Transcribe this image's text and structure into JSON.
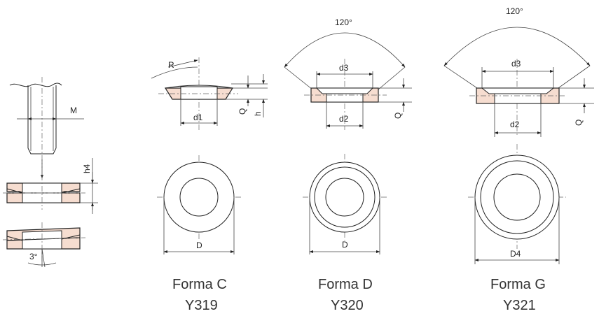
{
  "labels": {
    "bolt": {
      "M": "M",
      "h4": "h4",
      "angle": "3°"
    },
    "formC": {
      "R": "R",
      "Q": "Q",
      "h": "h",
      "d1": "d1",
      "D": "D",
      "caption": "Forma C",
      "code": "Y319"
    },
    "formD": {
      "angle": "120°",
      "d3": "d3",
      "d2": "d2",
      "Q": "Q",
      "D": "D",
      "caption": "Forma D",
      "code": "Y320"
    },
    "formG": {
      "angle": "120°",
      "d3": "d3",
      "d2": "d2",
      "Q": "Q",
      "D4": "D4",
      "caption": "Forma G",
      "code": "Y321"
    }
  },
  "colors": {
    "part_fill": "#f6ddd0",
    "stroke": "#222222"
  }
}
